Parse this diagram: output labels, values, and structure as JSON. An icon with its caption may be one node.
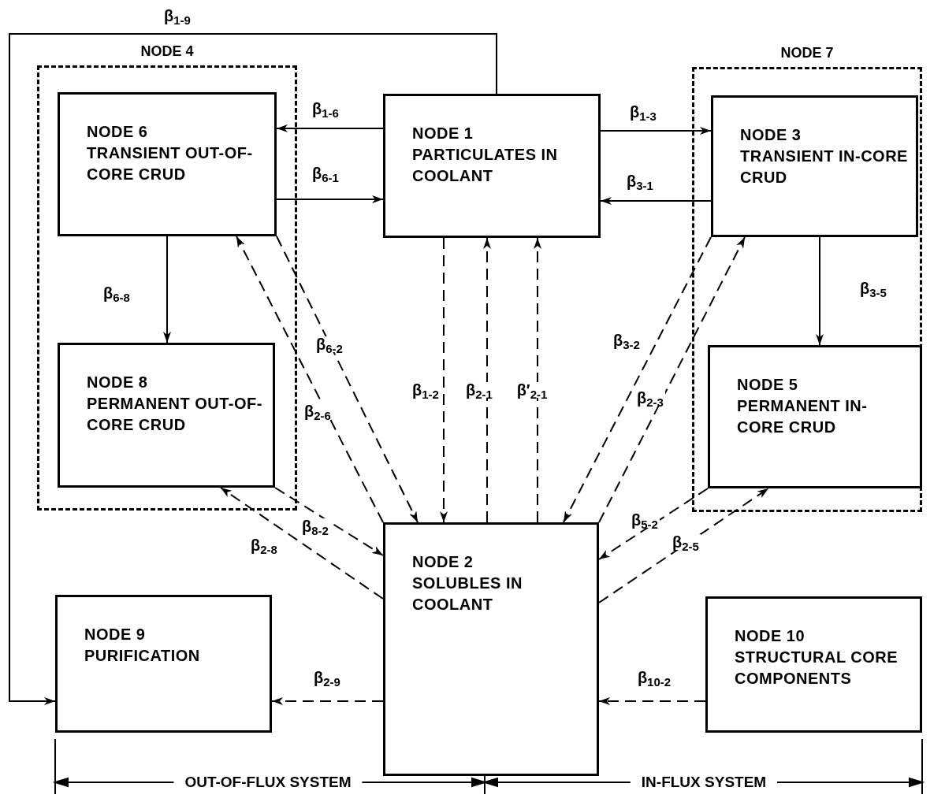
{
  "diagram": {
    "nodes": [
      {
        "text": [
          "NODE 4"
        ]
      },
      {
        "text": [
          "NODE 6",
          "TRANSIENT OUT-OF-CORE CRUD"
        ],
        "in": 0
      },
      {
        "text": [
          "NODE 8",
          "PERMANENT OUT-OF-CORE CRUD"
        ],
        "in": 0
      },
      {
        "text": [
          "NODE 1",
          "PARTICULATES IN COOLANT"
        ]
      },
      {
        "text": [
          "NODE 7"
        ]
      },
      {
        "text": [
          "NODE 3",
          "TRANSIENT IN-CORE CRUD"
        ],
        "in": 4
      },
      {
        "text": [
          "NODE 5",
          "PERMANENT IN-CORE CRUD"
        ],
        "in": 4
      },
      {
        "text": [
          "NODE 2",
          "SOLUBLES IN COOLANT"
        ]
      },
      {
        "text": [
          "NODE 9",
          "PURIFICATION"
        ]
      },
      {
        "text": [
          "NODE 10",
          "STRUCTURAL CORE COMPONENTS"
        ]
      }
    ],
    "edges": [
      {
        "from": 3,
        "to": 8,
        "arrow": "to",
        "label": "β$_{1-9}$"
      },
      {
        "from": 3,
        "to": 1,
        "arrow": "to",
        "label": "β$_{1-6}$"
      },
      {
        "from": 1,
        "to": 3,
        "arrow": "to",
        "label": "β$_{6-1}$"
      },
      {
        "from": 3,
        "to": 5,
        "arrow": "to",
        "label": "β$_{1-3}$"
      },
      {
        "from": 5,
        "to": 3,
        "arrow": "to",
        "label": "β$_{3-1}$"
      },
      {
        "from": 1,
        "to": 2,
        "arrow": "to",
        "label": "β$_{6-8}$"
      },
      {
        "from": 5,
        "to": 6,
        "arrow": "to",
        "label": "β$_{3-5}$"
      },
      {
        "from": 1,
        "to": 7,
        "arrow": "to",
        "label": "β$_{6-2}$",
        "style": "dashed"
      },
      {
        "from": 7,
        "to": 1,
        "arrow": "to",
        "label": "β$_{2-6}$",
        "style": "dashed"
      },
      {
        "from": 3,
        "to": 7,
        "arrow": "to",
        "label": "β$_{1-2}$",
        "style": "dashed"
      },
      {
        "from": 7,
        "to": 3,
        "arrow": "to",
        "label": "β$_{2-1}$",
        "style": "dashed"
      },
      {
        "from": 7,
        "to": 3,
        "arrow": "to",
        "label": "β′$_{2-1}$",
        "style": "dashed"
      },
      {
        "from": 5,
        "to": 7,
        "arrow": "to",
        "label": "β$_{3-2}$",
        "style": "dashed"
      },
      {
        "from": 7,
        "to": 5,
        "arrow": "to",
        "label": "β$_{2-3}$",
        "style": "dashed"
      },
      {
        "from": 2,
        "to": 7,
        "arrow": "to",
        "label": "β$_{8-2}$",
        "style": "dashed"
      },
      {
        "from": 7,
        "to": 2,
        "arrow": "to",
        "label": "β$_{2-8}$",
        "style": "dashed"
      },
      {
        "from": 6,
        "to": 7,
        "arrow": "to",
        "label": "β$_{5-2}$",
        "style": "dashed"
      },
      {
        "from": 7,
        "to": 6,
        "arrow": "to",
        "label": "β$_{2-5}$",
        "style": "dashed"
      },
      {
        "from": 7,
        "to": 8,
        "arrow": "to",
        "label": "β$_{2-9}$",
        "style": "dashed"
      },
      {
        "from": 9,
        "to": 7,
        "arrow": "to",
        "label": "β$_{10-2}$",
        "style": "dashed"
      }
    ],
    "labels": [
      "OUT-OF-FLUX SYSTEM",
      "IN-FLUX SYSTEM"
    ]
  }
}
